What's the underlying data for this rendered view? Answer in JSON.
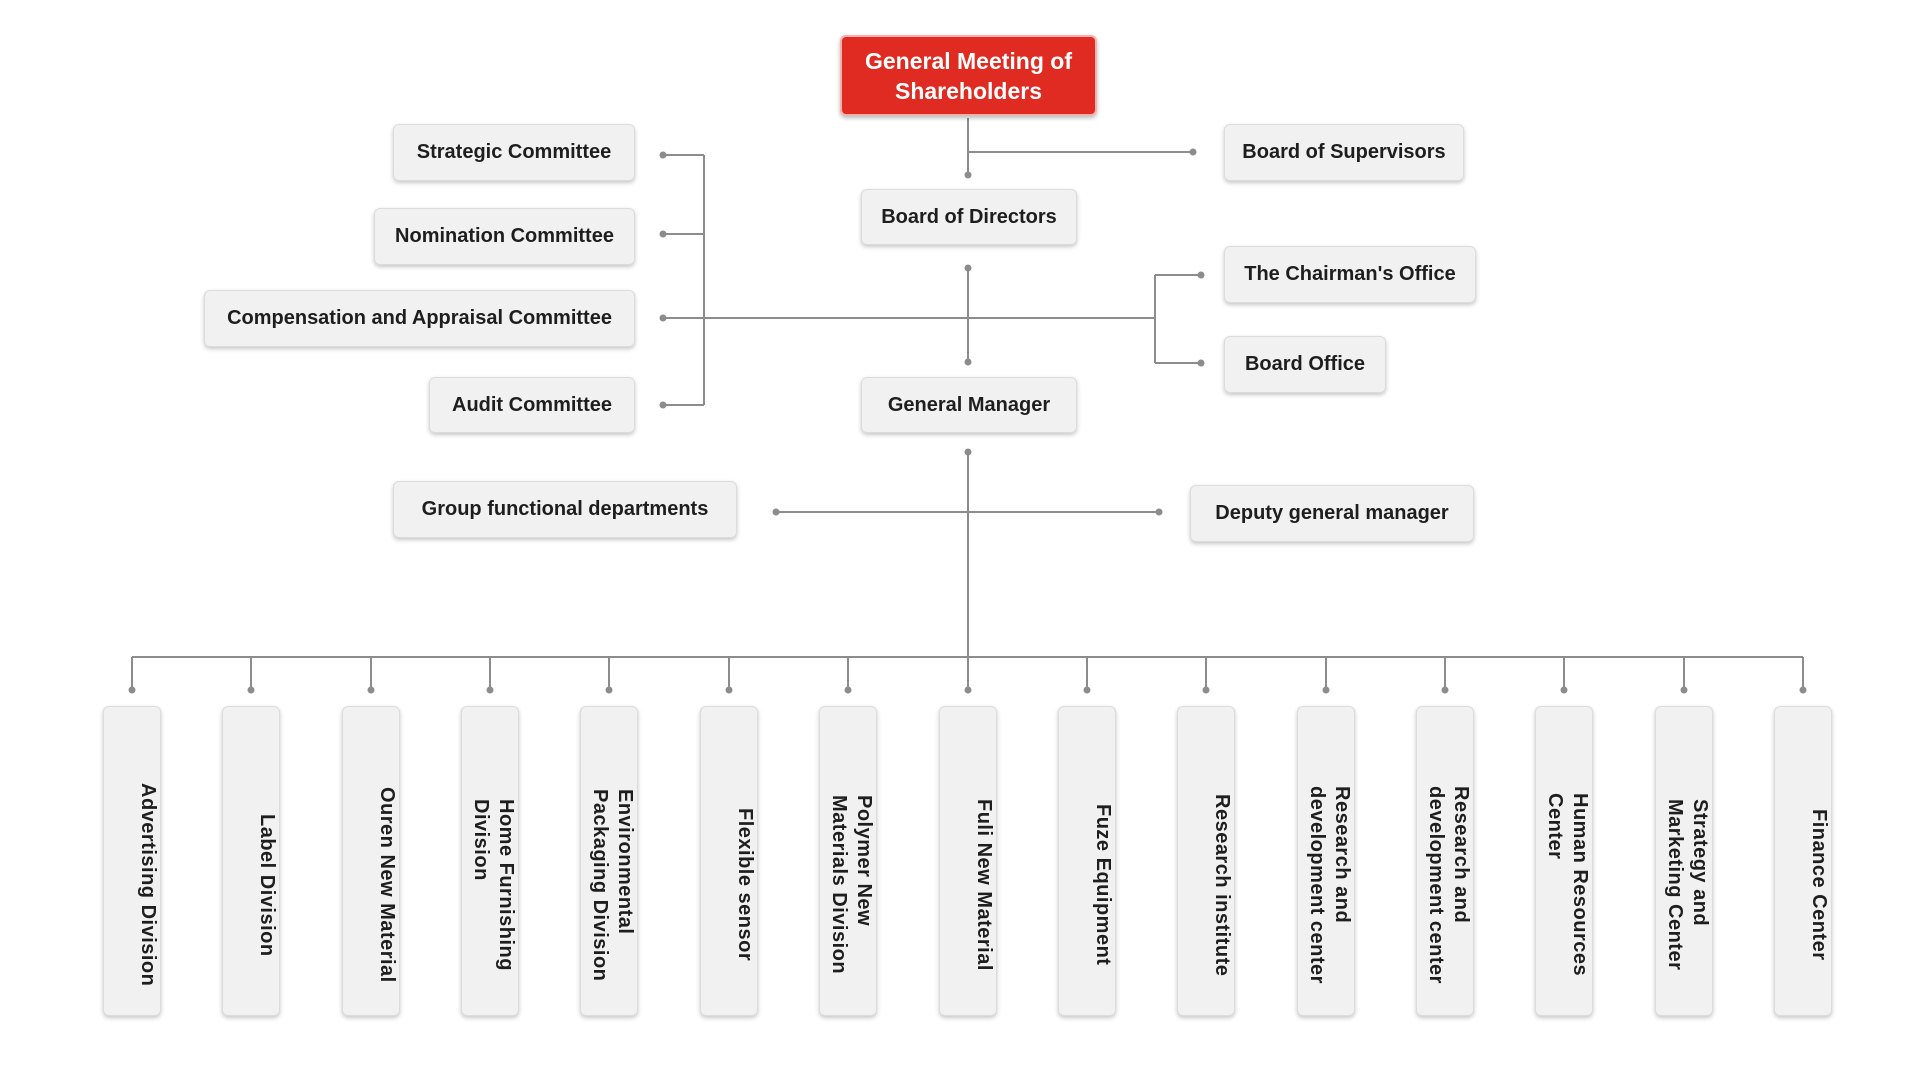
{
  "top": {
    "label": "General Meeting of Shareholders"
  },
  "board_of_supervisors": "Board of Supervisors",
  "board_of_directors": "Board of Directors",
  "committees": {
    "strategic": "Strategic Committee",
    "nomination": "Nomination Committee",
    "compensation": "Compensation and Appraisal Committee",
    "audit": "Audit Committee"
  },
  "chairmans_office": "The Chairman's Office",
  "board_office": "Board Office",
  "general_manager": "General Manager",
  "group_functional": "Group functional departments",
  "deputy_gm": "Deputy general manager",
  "divisions": [
    "Advertising Division",
    "Label Division",
    "Ouren New Material",
    "Home Furnishing\nDivision",
    "Environmental\nPackaging Division",
    "Flexible sensor",
    "Polymer New\nMaterials Division",
    "Fuli New Material",
    "Fuze Equipment",
    "Research institute",
    "Research and\ndevelopment center",
    "Research and\ndevelopment center",
    "Human Resources\nCenter",
    "Strategy and\nMarketing Center",
    "Finance Center"
  ],
  "colors": {
    "top_fill": "#e02b22",
    "box_fill": "#f1f1f2",
    "line": "#8c8c8c"
  }
}
